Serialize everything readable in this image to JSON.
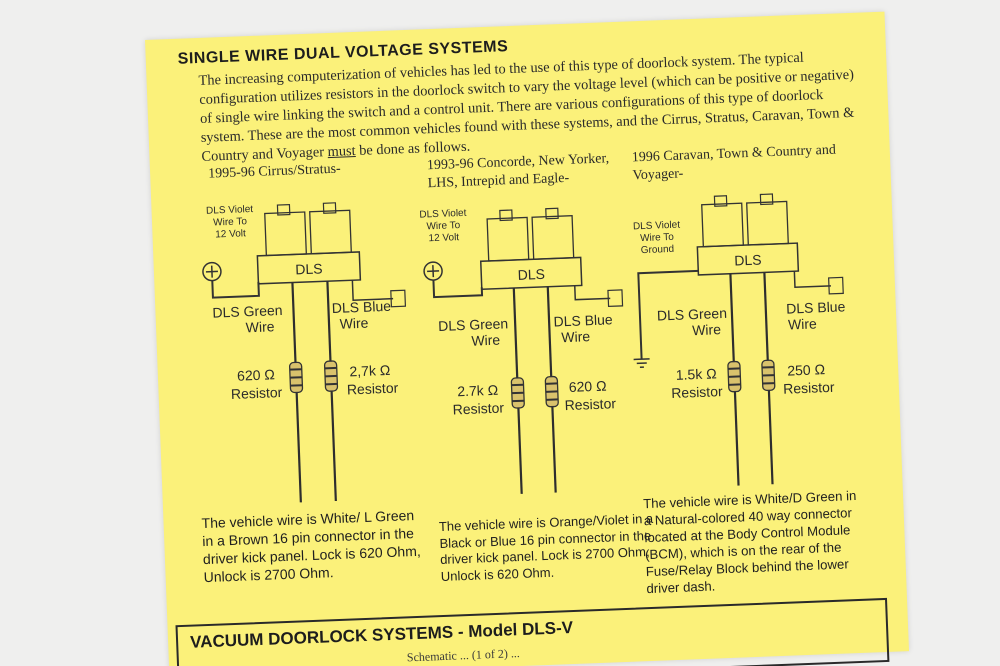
{
  "section_title": "SINGLE WIRE DUAL VOLTAGE SYSTEMS",
  "intro": {
    "before": "The increasing computerization of vehicles has led to the use of this type of doorlock system.  The typical configuration utilizes resistors in the doorlock switch to vary the voltage level (which can be positive or negative) of single wire linking the switch and a control unit.  There are various configurations of this type of doorlock system.  These are the most common vehicles found with these systems, and the Cirrus, Stratus, Caravan, Town & Country and Voyager ",
    "underlined": "must",
    "after": " be done as follows."
  },
  "diagrams": [
    {
      "title": "1995-96 Cirrus/Stratus-",
      "violet_label": [
        "DLS Violet",
        "Wire To",
        "12 Volt"
      ],
      "module_label": "DLS",
      "left_wire": [
        "DLS Green",
        "Wire"
      ],
      "right_wire": [
        "DLS Blue",
        "Wire"
      ],
      "left_res": [
        "620 Ω",
        "Resistor"
      ],
      "right_res": [
        "2,7k Ω",
        "Resistor"
      ],
      "note": "The vehicle wire is White/ L Green in a Brown 16 pin connector in the driver kick panel. Lock is 620 Ohm, Unlock is 2700 Ohm."
    },
    {
      "title": "1993-96 Concorde, New Yorker, LHS, Intrepid and Eagle-",
      "violet_label": [
        "DLS Violet",
        "Wire To",
        "12 Volt"
      ],
      "module_label": "DLS",
      "left_wire": [
        "DLS Green",
        "Wire"
      ],
      "right_wire": [
        "DLS Blue",
        "Wire"
      ],
      "left_res": [
        "2.7k Ω",
        "Resistor"
      ],
      "right_res": [
        "620 Ω",
        "Resistor"
      ],
      "note": "The vehicle wire is Orange/Violet in a Black or Blue 16 pin connector in the driver kick panel. Lock is 2700 Ohm, Unlock is 620 Ohm."
    },
    {
      "title": "1996 Caravan, Town & Country and Voyager-",
      "violet_label": [
        "DLS Violet",
        "Wire To",
        "Ground"
      ],
      "module_label": "DLS",
      "left_wire": [
        "DLS Green",
        "Wire"
      ],
      "right_wire": [
        "DLS Blue",
        "Wire"
      ],
      "left_res": [
        "1.5k Ω",
        "Resistor"
      ],
      "right_res": [
        "250 Ω",
        "Resistor"
      ],
      "note": "The vehicle wire is White/D Green in a Natural-colored 40 way connector located at the Body Control Module (BCM), which is on the rear of the Fuse/Relay Block behind the lower driver dash."
    }
  ],
  "vacuum": {
    "title": "VACUUM DOORLOCK SYSTEMS - Model DLS-V",
    "subtitle": "Schematic ... (1 of 2) ..."
  }
}
